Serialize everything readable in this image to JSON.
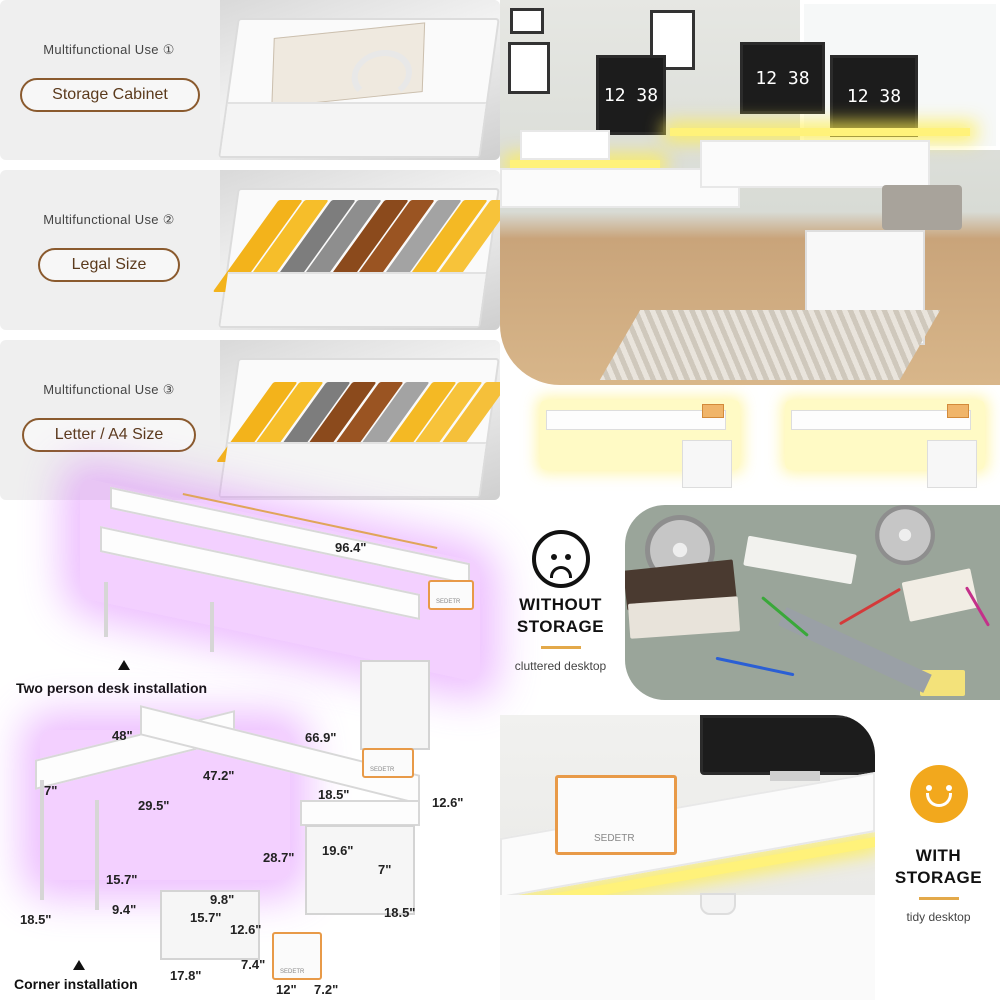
{
  "uses": [
    {
      "caption": "Multifunctional Use ①",
      "label": "Storage Cabinet"
    },
    {
      "caption": "Multifunctional Use ②",
      "label": "Legal Size"
    },
    {
      "caption": "Multifunctional Use ③",
      "label": "Letter / A4 Size"
    }
  ],
  "room": {
    "monitor_times": [
      "12 38",
      "12 38",
      "12 38"
    ]
  },
  "diagram": {
    "two_person_label": "Two person desk installation",
    "corner_label": "Corner installation",
    "brand": "SEDETR",
    "dimensions": {
      "desk_length": "96.4\"",
      "left_wing": "48\"",
      "right_wing": "66.9\"",
      "depth_7": "7\"",
      "inner_left": "29.5\"",
      "inner_right": "47.2\"",
      "shelf_depth": "18.5\"",
      "height_total": "12.6\"",
      "desk_height": "28.7\"",
      "cabinet_width": "19.6\"",
      "cabinet_7": "7\"",
      "leg_depth_left": "18.5\"",
      "under_15_7": "15.7\"",
      "under_9_4": "9.4\"",
      "drawer_9_8": "9.8\"",
      "drawer_15_7": "15.7\"",
      "drawer_12_6": "12.6\"",
      "drawer_17_8": "17.8\"",
      "cabinet_depth": "18.5\"",
      "box_7_4": "7.4\"",
      "box_12": "12\"",
      "box_7_2": "7.2\""
    }
  },
  "without": {
    "title_line1": "WITHOUT",
    "title_line2": "STORAGE",
    "subtitle": "cluttered desktop"
  },
  "with": {
    "title_line1": "WITH",
    "title_line2": "STORAGE",
    "subtitle": "tidy desktop"
  },
  "colors": {
    "accent_brown": "#8a5a2e",
    "accent_orange": "#e3a94a",
    "led_yellow": "#fff27a",
    "neon_purple": "#d76eff"
  }
}
